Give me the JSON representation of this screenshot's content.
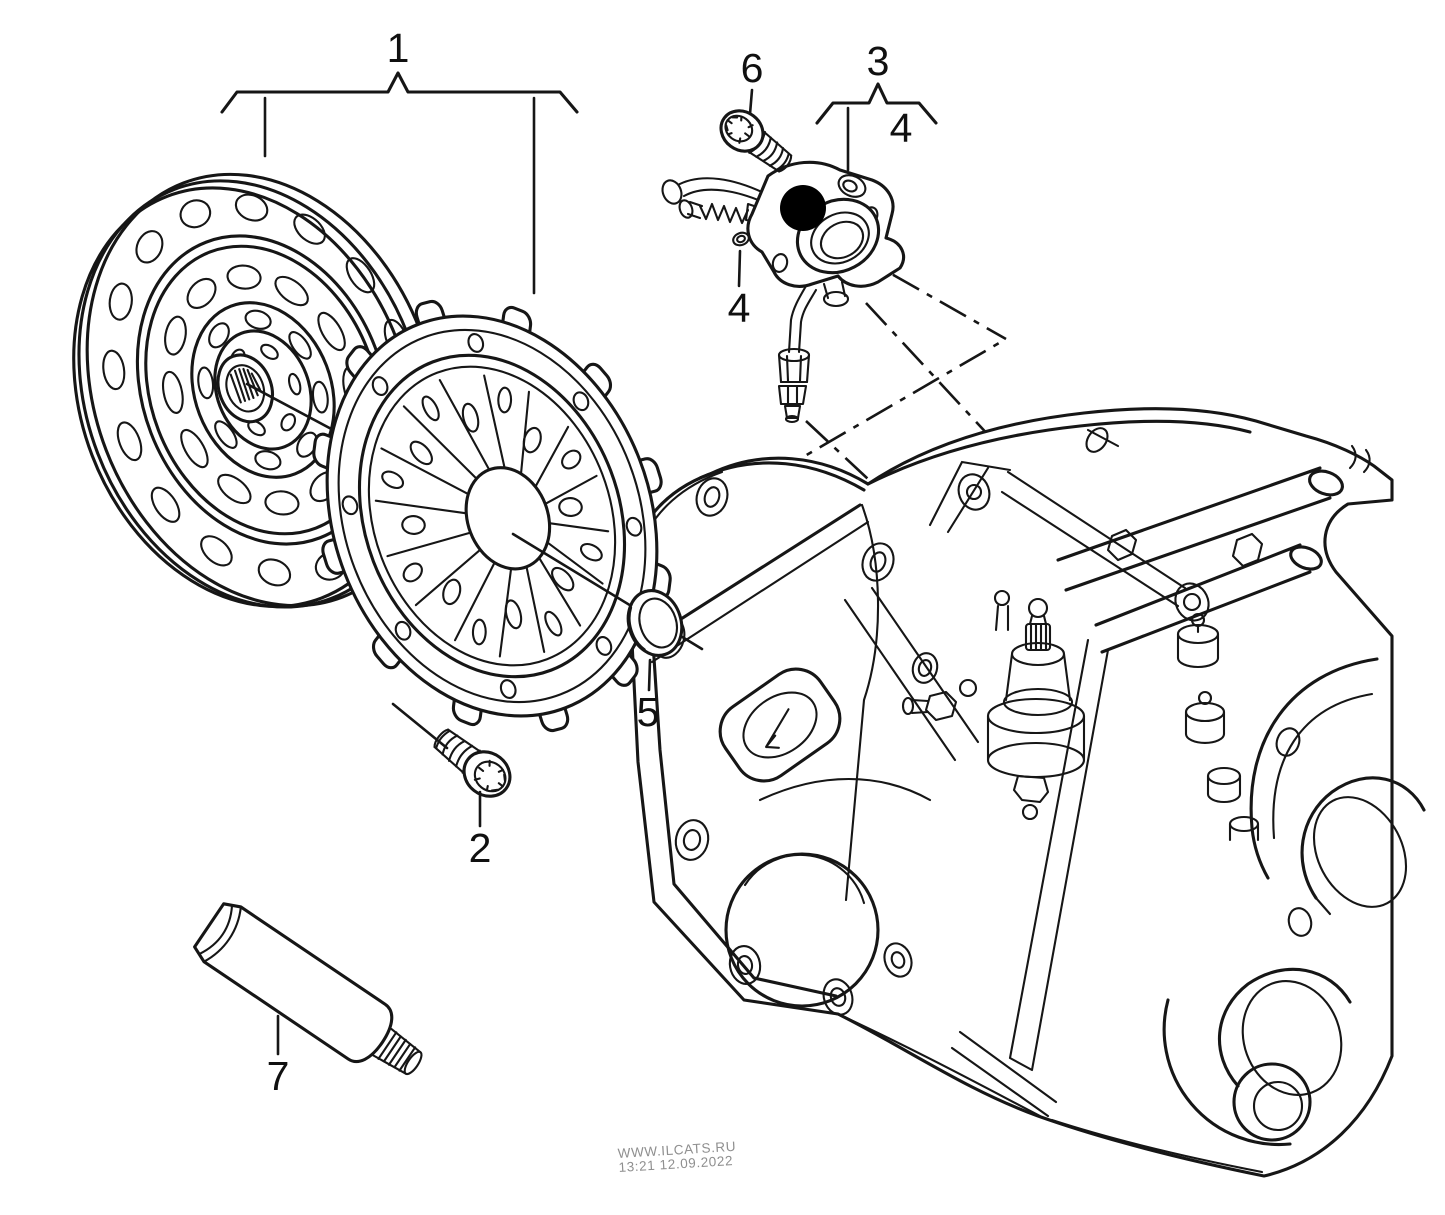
{
  "diagram": {
    "kind": "parts-catalog-exploded-view",
    "colors": {
      "line": "#161616",
      "background": "#ffffff",
      "highlight_fill": "#000000",
      "watermark_text": "#8f8f8f"
    },
    "labels": {
      "part1": "1",
      "part2": "2",
      "part3": "3",
      "part4a": "4",
      "part4b": "4",
      "part5": "5",
      "part6": "6",
      "part7": "7"
    },
    "watermark": {
      "line1": "WWW.ILCATS.RU",
      "line2": "13:21 12.09.2022"
    }
  }
}
